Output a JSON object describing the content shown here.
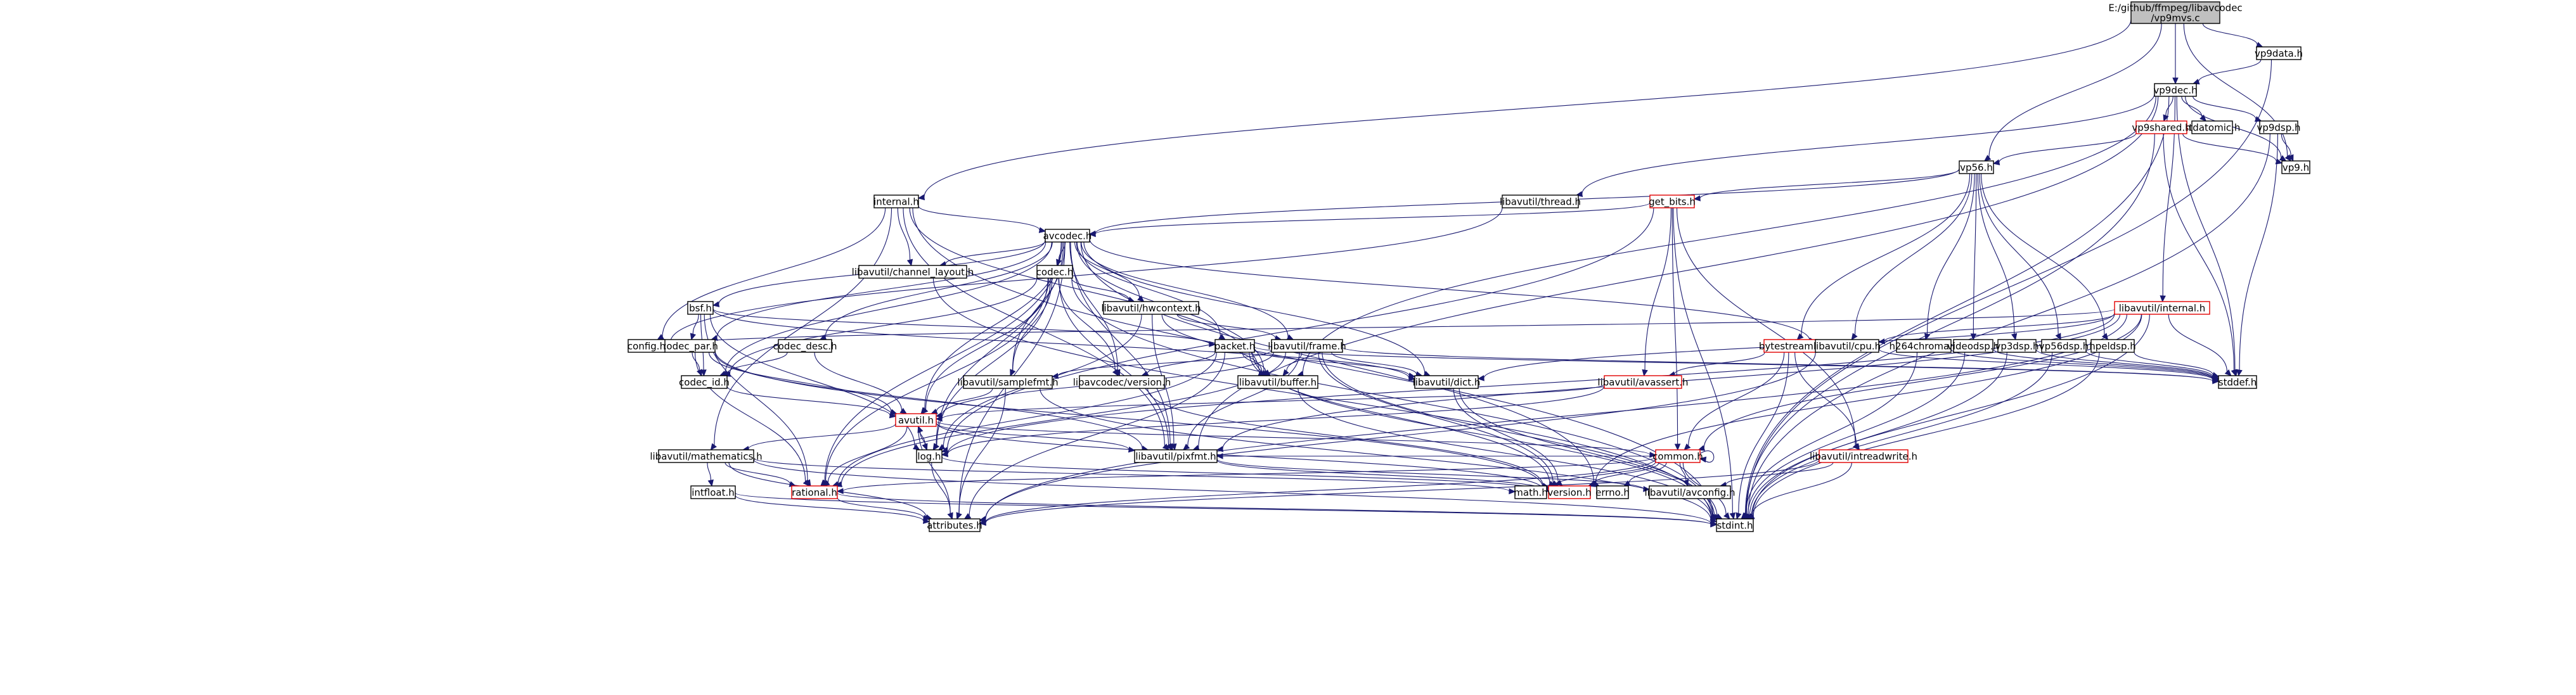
{
  "diagram": {
    "colors": {
      "edge": "#191970",
      "node_border": "#000000",
      "incomplete_border": "#e00000",
      "root_fill": "#c0c0c0",
      "background": "#ffffff"
    },
    "nodes": {
      "root": {
        "lines": [
          "E:/github/ffmpeg/libavcodec",
          "/vp9mvs.c"
        ],
        "style": "root"
      },
      "vp9data_h": {
        "lines": [
          "vp9data.h"
        ]
      },
      "vp9dec_h": {
        "lines": [
          "vp9dec.h"
        ]
      },
      "stdatomic_h": {
        "lines": [
          "stdatomic.h"
        ]
      },
      "vp9shared_h": {
        "lines": [
          "vp9shared.h"
        ],
        "style": "red"
      },
      "vp9dsp_h": {
        "lines": [
          "vp9dsp.h"
        ]
      },
      "vp9_h": {
        "lines": [
          "vp9.h"
        ]
      },
      "vp56_h": {
        "lines": [
          "vp56.h"
        ]
      },
      "internal_h": {
        "lines": [
          "internal.h"
        ]
      },
      "thread_h": {
        "lines": [
          "libavutil/thread.h"
        ]
      },
      "get_bits_h": {
        "lines": [
          "get_bits.h"
        ],
        "style": "red"
      },
      "avcodec_h": {
        "lines": [
          "avcodec.h"
        ]
      },
      "channel_layout_h": {
        "lines": [
          "libavutil/channel_layout.h"
        ]
      },
      "codec_h": {
        "lines": [
          "codec.h"
        ]
      },
      "bsf_h": {
        "lines": [
          "bsf.h"
        ]
      },
      "hwcontext_h": {
        "lines": [
          "libavutil/hwcontext.h"
        ]
      },
      "frame_h": {
        "lines": [
          "libavutil/frame.h"
        ]
      },
      "packet_h": {
        "lines": [
          "packet.h"
        ]
      },
      "codec_par_h": {
        "lines": [
          "codec_par.h"
        ]
      },
      "codec_desc_h": {
        "lines": [
          "codec_desc.h"
        ]
      },
      "config_h": {
        "lines": [
          "config.h"
        ]
      },
      "codec_id_h": {
        "lines": [
          "codec_id.h"
        ]
      },
      "samplefmt_h": {
        "lines": [
          "libavutil/samplefmt.h"
        ]
      },
      "lavc_version_h": {
        "lines": [
          "libavcodec/version.h"
        ]
      },
      "buffer_h": {
        "lines": [
          "libavutil/buffer.h"
        ]
      },
      "dict_h": {
        "lines": [
          "libavutil/dict.h"
        ]
      },
      "avutil_h": {
        "lines": [
          "avutil.h"
        ],
        "style": "red"
      },
      "mathematics_h": {
        "lines": [
          "libavutil/mathematics.h"
        ]
      },
      "log_h": {
        "lines": [
          "log.h"
        ]
      },
      "pixfmt_h": {
        "lines": [
          "libavutil/pixfmt.h"
        ]
      },
      "common_h": {
        "lines": [
          "common.h"
        ],
        "style": "red"
      },
      "intfloat_h": {
        "lines": [
          "intfloat.h"
        ]
      },
      "rational_h": {
        "lines": [
          "rational.h"
        ],
        "style": "red"
      },
      "math_h": {
        "lines": [
          "math.h"
        ]
      },
      "version_h": {
        "lines": [
          "version.h"
        ],
        "style": "red"
      },
      "errno_h": {
        "lines": [
          "errno.h"
        ]
      },
      "avconfig_h": {
        "lines": [
          "libavutil/avconfig.h"
        ]
      },
      "attributes_h": {
        "lines": [
          "attributes.h"
        ]
      },
      "stdint_h": {
        "lines": [
          "stdint.h"
        ]
      },
      "bytestream_h": {
        "lines": [
          "bytestream.h"
        ],
        "style": "red"
      },
      "avassert_h": {
        "lines": [
          "libavutil/avassert.h"
        ],
        "style": "red"
      },
      "intreadwrite_h": {
        "lines": [
          "libavutil/intreadwrite.h"
        ],
        "style": "red"
      },
      "cpu_h": {
        "lines": [
          "libavutil/cpu.h"
        ]
      },
      "h264chroma_h": {
        "lines": [
          "h264chroma.h"
        ]
      },
      "videodsp_h": {
        "lines": [
          "videodsp.h"
        ]
      },
      "vp3dsp_h": {
        "lines": [
          "vp3dsp.h"
        ]
      },
      "vp56dsp_h": {
        "lines": [
          "vp56dsp.h"
        ]
      },
      "hpeldsp_h": {
        "lines": [
          "hpeldsp.h"
        ]
      },
      "lavu_internal_h": {
        "lines": [
          "libavutil/internal.h"
        ],
        "style": "red"
      },
      "stddef_h": {
        "lines": [
          "stddef.h"
        ]
      }
    },
    "edges": [
      [
        "root",
        "vp9data_h"
      ],
      [
        "root",
        "vp9dec_h"
      ],
      [
        "root",
        "vp9_h"
      ],
      [
        "root",
        "vp56_h"
      ],
      [
        "root",
        "internal_h"
      ],
      [
        "vp9data_h",
        "vp9dec_h"
      ],
      [
        "vp9data_h",
        "stdint_h"
      ],
      [
        "vp9dec_h",
        "stdatomic_h"
      ],
      [
        "vp9dec_h",
        "vp9shared_h"
      ],
      [
        "vp9dec_h",
        "vp9dsp_h"
      ],
      [
        "vp9dec_h",
        "vp9_h"
      ],
      [
        "vp9dec_h",
        "thread_h"
      ],
      [
        "vp9dec_h",
        "lavu_internal_h"
      ],
      [
        "vp9dec_h",
        "stddef_h"
      ],
      [
        "vp9dec_h",
        "stdint_h"
      ],
      [
        "vp9dec_h",
        "buffer_h"
      ],
      [
        "vp9dec_h",
        "pixfmt_h"
      ],
      [
        "vp9shared_h",
        "vp56_h"
      ],
      [
        "vp9shared_h",
        "vp9_h"
      ],
      [
        "vp9shared_h",
        "stddef_h"
      ],
      [
        "vp9shared_h",
        "stdint_h"
      ],
      [
        "vp9dsp_h",
        "vp9_h"
      ],
      [
        "vp9dsp_h",
        "stddef_h"
      ],
      [
        "vp9dsp_h",
        "stdint_h"
      ],
      [
        "vp56_h",
        "get_bits_h"
      ],
      [
        "vp56_h",
        "avcodec_h"
      ],
      [
        "vp56_h",
        "bytestream_h"
      ],
      [
        "vp56_h",
        "cpu_h"
      ],
      [
        "vp56_h",
        "h264chroma_h"
      ],
      [
        "vp56_h",
        "videodsp_h"
      ],
      [
        "vp56_h",
        "vp3dsp_h"
      ],
      [
        "vp56_h",
        "vp56dsp_h"
      ],
      [
        "vp56_h",
        "hpeldsp_h"
      ],
      [
        "internal_h",
        "avcodec_h"
      ],
      [
        "internal_h",
        "channel_layout_h"
      ],
      [
        "internal_h",
        "config_h"
      ],
      [
        "internal_h",
        "buffer_h"
      ],
      [
        "internal_h",
        "mathematics_h"
      ],
      [
        "internal_h",
        "pixfmt_h"
      ],
      [
        "internal_h",
        "stdint_h"
      ],
      [
        "thread_h",
        "config_h"
      ],
      [
        "get_bits_h",
        "avcodec_h"
      ],
      [
        "get_bits_h",
        "avassert_h"
      ],
      [
        "get_bits_h",
        "common_h"
      ],
      [
        "get_bits_h",
        "intreadwrite_h"
      ],
      [
        "get_bits_h",
        "log_h"
      ],
      [
        "get_bits_h",
        "stdint_h"
      ],
      [
        "avcodec_h",
        "channel_layout_h"
      ],
      [
        "avcodec_h",
        "codec_h"
      ],
      [
        "avcodec_h",
        "bsf_h"
      ],
      [
        "avcodec_h",
        "hwcontext_h"
      ],
      [
        "avcodec_h",
        "frame_h"
      ],
      [
        "avcodec_h",
        "packet_h"
      ],
      [
        "avcodec_h",
        "codec_par_h"
      ],
      [
        "avcodec_h",
        "codec_desc_h"
      ],
      [
        "avcodec_h",
        "codec_id_h"
      ],
      [
        "avcodec_h",
        "samplefmt_h"
      ],
      [
        "avcodec_h",
        "lavc_version_h"
      ],
      [
        "avcodec_h",
        "buffer_h"
      ],
      [
        "avcodec_h",
        "dict_h"
      ],
      [
        "avcodec_h",
        "avutil_h"
      ],
      [
        "avcodec_h",
        "log_h"
      ],
      [
        "avcodec_h",
        "pixfmt_h"
      ],
      [
        "avcodec_h",
        "rational_h"
      ],
      [
        "avcodec_h",
        "attributes_h"
      ],
      [
        "avcodec_h",
        "errno_h"
      ],
      [
        "avcodec_h",
        "cpu_h"
      ],
      [
        "channel_layout_h",
        "stdint_h"
      ],
      [
        "codec_h",
        "hwcontext_h"
      ],
      [
        "codec_h",
        "codec_id_h"
      ],
      [
        "codec_h",
        "samplefmt_h"
      ],
      [
        "codec_h",
        "lavc_version_h"
      ],
      [
        "codec_h",
        "avutil_h"
      ],
      [
        "codec_h",
        "log_h"
      ],
      [
        "codec_h",
        "pixfmt_h"
      ],
      [
        "codec_h",
        "rational_h"
      ],
      [
        "codec_h",
        "stdint_h"
      ],
      [
        "bsf_h",
        "packet_h"
      ],
      [
        "bsf_h",
        "codec_par_h"
      ],
      [
        "bsf_h",
        "codec_id_h"
      ],
      [
        "bsf_h",
        "dict_h"
      ],
      [
        "bsf_h",
        "log_h"
      ],
      [
        "bsf_h",
        "rational_h"
      ],
      [
        "hwcontext_h",
        "frame_h"
      ],
      [
        "hwcontext_h",
        "buffer_h"
      ],
      [
        "hwcontext_h",
        "log_h"
      ],
      [
        "hwcontext_h",
        "pixfmt_h"
      ],
      [
        "frame_h",
        "samplefmt_h"
      ],
      [
        "frame_h",
        "buffer_h"
      ],
      [
        "frame_h",
        "dict_h"
      ],
      [
        "frame_h",
        "avutil_h"
      ],
      [
        "frame_h",
        "pixfmt_h"
      ],
      [
        "frame_h",
        "rational_h"
      ],
      [
        "frame_h",
        "version_h"
      ],
      [
        "frame_h",
        "stddef_h"
      ],
      [
        "frame_h",
        "stdint_h"
      ],
      [
        "packet_h",
        "lavc_version_h"
      ],
      [
        "packet_h",
        "buffer_h"
      ],
      [
        "packet_h",
        "dict_h"
      ],
      [
        "packet_h",
        "rational_h"
      ],
      [
        "packet_h",
        "version_h"
      ],
      [
        "packet_h",
        "attributes_h"
      ],
      [
        "packet_h",
        "stddef_h"
      ],
      [
        "packet_h",
        "stdint_h"
      ],
      [
        "codec_par_h",
        "codec_id_h"
      ],
      [
        "codec_par_h",
        "avutil_h"
      ],
      [
        "codec_par_h",
        "pixfmt_h"
      ],
      [
        "codec_par_h",
        "rational_h"
      ],
      [
        "codec_par_h",
        "version_h"
      ],
      [
        "codec_desc_h",
        "codec_id_h"
      ],
      [
        "codec_desc_h",
        "avutil_h"
      ],
      [
        "codec_id_h",
        "avutil_h"
      ],
      [
        "samplefmt_h",
        "avutil_h"
      ],
      [
        "samplefmt_h",
        "attributes_h"
      ],
      [
        "samplefmt_h",
        "stdint_h"
      ],
      [
        "lavc_version_h",
        "version_h"
      ],
      [
        "buffer_h",
        "stdint_h"
      ],
      [
        "dict_h",
        "stdint_h"
      ],
      [
        "dict_h",
        "version_h"
      ],
      [
        "avutil_h",
        "mathematics_h"
      ],
      [
        "avutil_h",
        "log_h"
      ],
      [
        "avutil_h",
        "pixfmt_h"
      ],
      [
        "avutil_h",
        "common_h"
      ],
      [
        "avutil_h",
        "rational_h"
      ],
      [
        "avutil_h",
        "version_h"
      ],
      [
        "avutil_h",
        "attributes_h"
      ],
      [
        "mathematics_h",
        "intfloat_h"
      ],
      [
        "mathematics_h",
        "rational_h"
      ],
      [
        "mathematics_h",
        "math_h"
      ],
      [
        "mathematics_h",
        "attributes_h"
      ],
      [
        "mathematics_h",
        "stdint_h"
      ],
      [
        "log_h",
        "avutil_h"
      ],
      [
        "log_h",
        "attributes_h"
      ],
      [
        "log_h",
        "version_h"
      ],
      [
        "pixfmt_h",
        "version_h"
      ],
      [
        "pixfmt_h",
        "avconfig_h"
      ],
      [
        "common_h",
        "common_h"
      ],
      [
        "common_h",
        "attributes_h"
      ],
      [
        "common_h",
        "rational_h"
      ],
      [
        "common_h",
        "math_h"
      ],
      [
        "common_h",
        "version_h"
      ],
      [
        "common_h",
        "errno_h"
      ],
      [
        "common_h",
        "avconfig_h"
      ],
      [
        "common_h",
        "stdint_h"
      ],
      [
        "common_h",
        "pixfmt_h"
      ],
      [
        "intfloat_h",
        "attributes_h"
      ],
      [
        "intfloat_h",
        "stdint_h"
      ],
      [
        "rational_h",
        "attributes_h"
      ],
      [
        "rational_h",
        "stdint_h"
      ],
      [
        "bytestream_h",
        "avassert_h"
      ],
      [
        "bytestream_h",
        "common_h"
      ],
      [
        "bytestream_h",
        "intreadwrite_h"
      ],
      [
        "bytestream_h",
        "stdint_h"
      ],
      [
        "avassert_h",
        "avutil_h"
      ],
      [
        "avassert_h",
        "log_h"
      ],
      [
        "intreadwrite_h",
        "avconfig_h"
      ],
      [
        "intreadwrite_h",
        "attributes_h"
      ],
      [
        "intreadwrite_h",
        "stdint_h"
      ],
      [
        "cpu_h",
        "attributes_h"
      ],
      [
        "cpu_h",
        "stddef_h"
      ],
      [
        "h264chroma_h",
        "stdint_h"
      ],
      [
        "h264chroma_h",
        "stddef_h"
      ],
      [
        "videodsp_h",
        "stddef_h"
      ],
      [
        "videodsp_h",
        "stdint_h"
      ],
      [
        "vp3dsp_h",
        "stddef_h"
      ],
      [
        "vp3dsp_h",
        "stdint_h"
      ],
      [
        "vp56dsp_h",
        "stddef_h"
      ],
      [
        "vp56dsp_h",
        "stdint_h"
      ],
      [
        "hpeldsp_h",
        "stddef_h"
      ],
      [
        "hpeldsp_h",
        "stdint_h"
      ],
      [
        "lavu_internal_h",
        "config_h"
      ],
      [
        "lavu_internal_h",
        "cpu_h"
      ],
      [
        "lavu_internal_h",
        "dict_h"
      ],
      [
        "lavu_internal_h",
        "pixfmt_h"
      ],
      [
        "lavu_internal_h",
        "common_h"
      ],
      [
        "lavu_internal_h",
        "version_h"
      ],
      [
        "lavu_internal_h",
        "attributes_h"
      ],
      [
        "lavu_internal_h",
        "stddef_h"
      ],
      [
        "lavu_internal_h",
        "stdint_h"
      ],
      [
        "lavu_internal_h",
        "log_h"
      ]
    ]
  }
}
